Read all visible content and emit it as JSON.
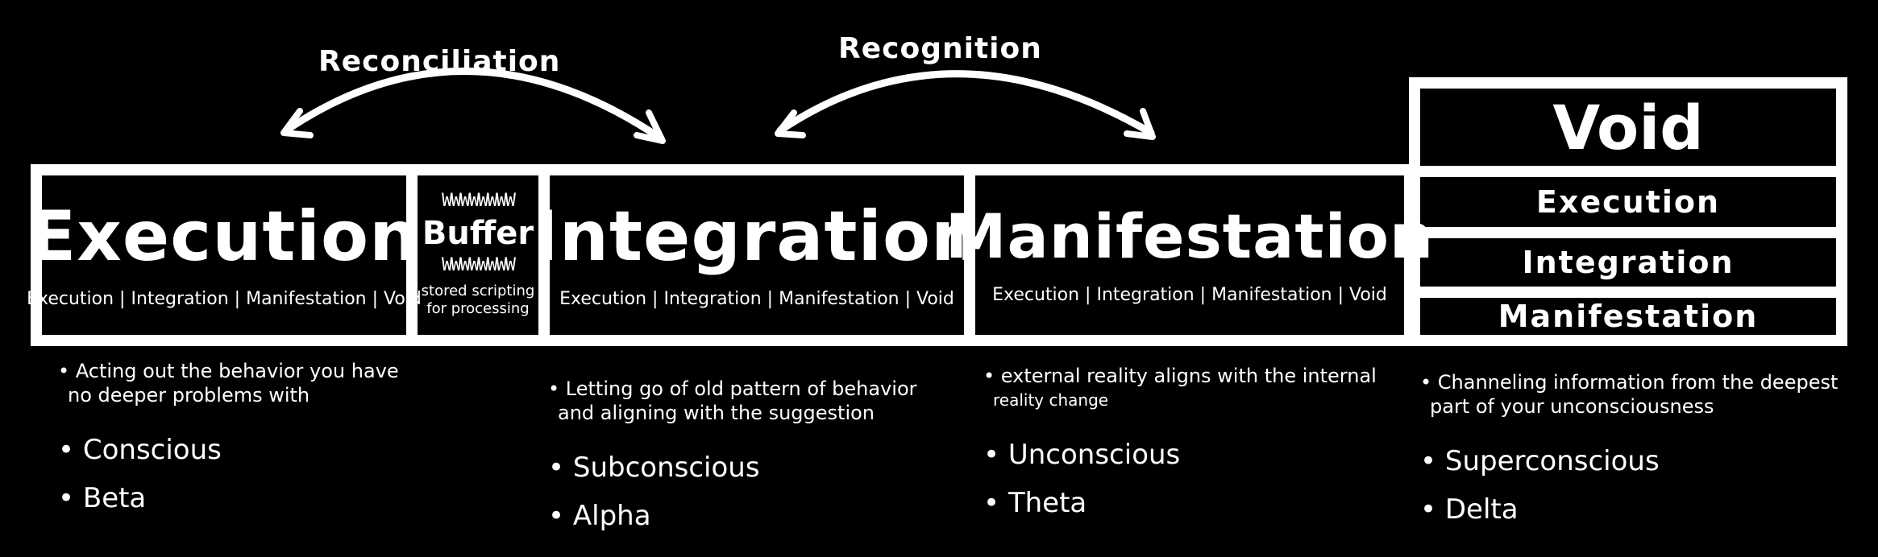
{
  "arrows": {
    "left_label": "Reconciliation",
    "right_label": "Recognition"
  },
  "stages": {
    "execution": {
      "title": "Execution",
      "sub": "Execution | Integration | Manifestation | Void"
    },
    "buffer": {
      "zigzag": "WWWWWWWW",
      "title": "Buffer",
      "sub1": "stored scripting",
      "sub2": "for processing"
    },
    "integration": {
      "title": "Integration",
      "sub": "Execution | Integration | Manifestation | Void"
    },
    "manifestation": {
      "title": "Manifestation",
      "sub": "Execution | Integration | Manifestation | Void"
    }
  },
  "void": {
    "title": "Void",
    "items": [
      "Execution",
      "Integration",
      "Manifestation"
    ]
  },
  "notes": {
    "execution": {
      "desc1": "• Acting out the behavior you have",
      "desc2": "no deeper problems with",
      "level": "• Conscious",
      "wave": "• Beta"
    },
    "integration": {
      "desc1": "• Letting go of old pattern of behavior",
      "desc2": "and aligning with the suggestion",
      "level": "• Subconscious",
      "wave": "• Alpha"
    },
    "manifestation": {
      "desc1": "• external reality aligns with the internal",
      "desc2": "reality change",
      "level": "• Unconscious",
      "wave": "• Theta"
    },
    "void": {
      "desc1": "• Channeling information from the deepest",
      "desc2": "part of your unconsciousness",
      "level": "• Superconscious",
      "wave": "• Delta"
    }
  }
}
